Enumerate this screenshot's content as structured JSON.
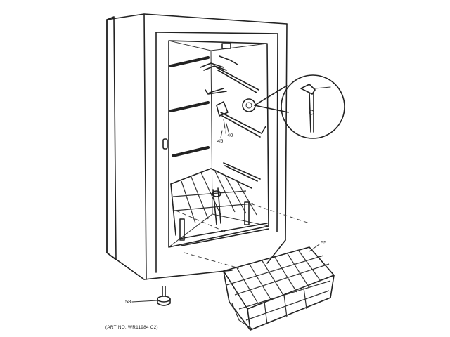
{
  "callouts": {
    "part_40": "40",
    "part_45": "45",
    "part_55": "55",
    "part_58": "58"
  },
  "art_number": "(ART NO. WR11984 C2)"
}
